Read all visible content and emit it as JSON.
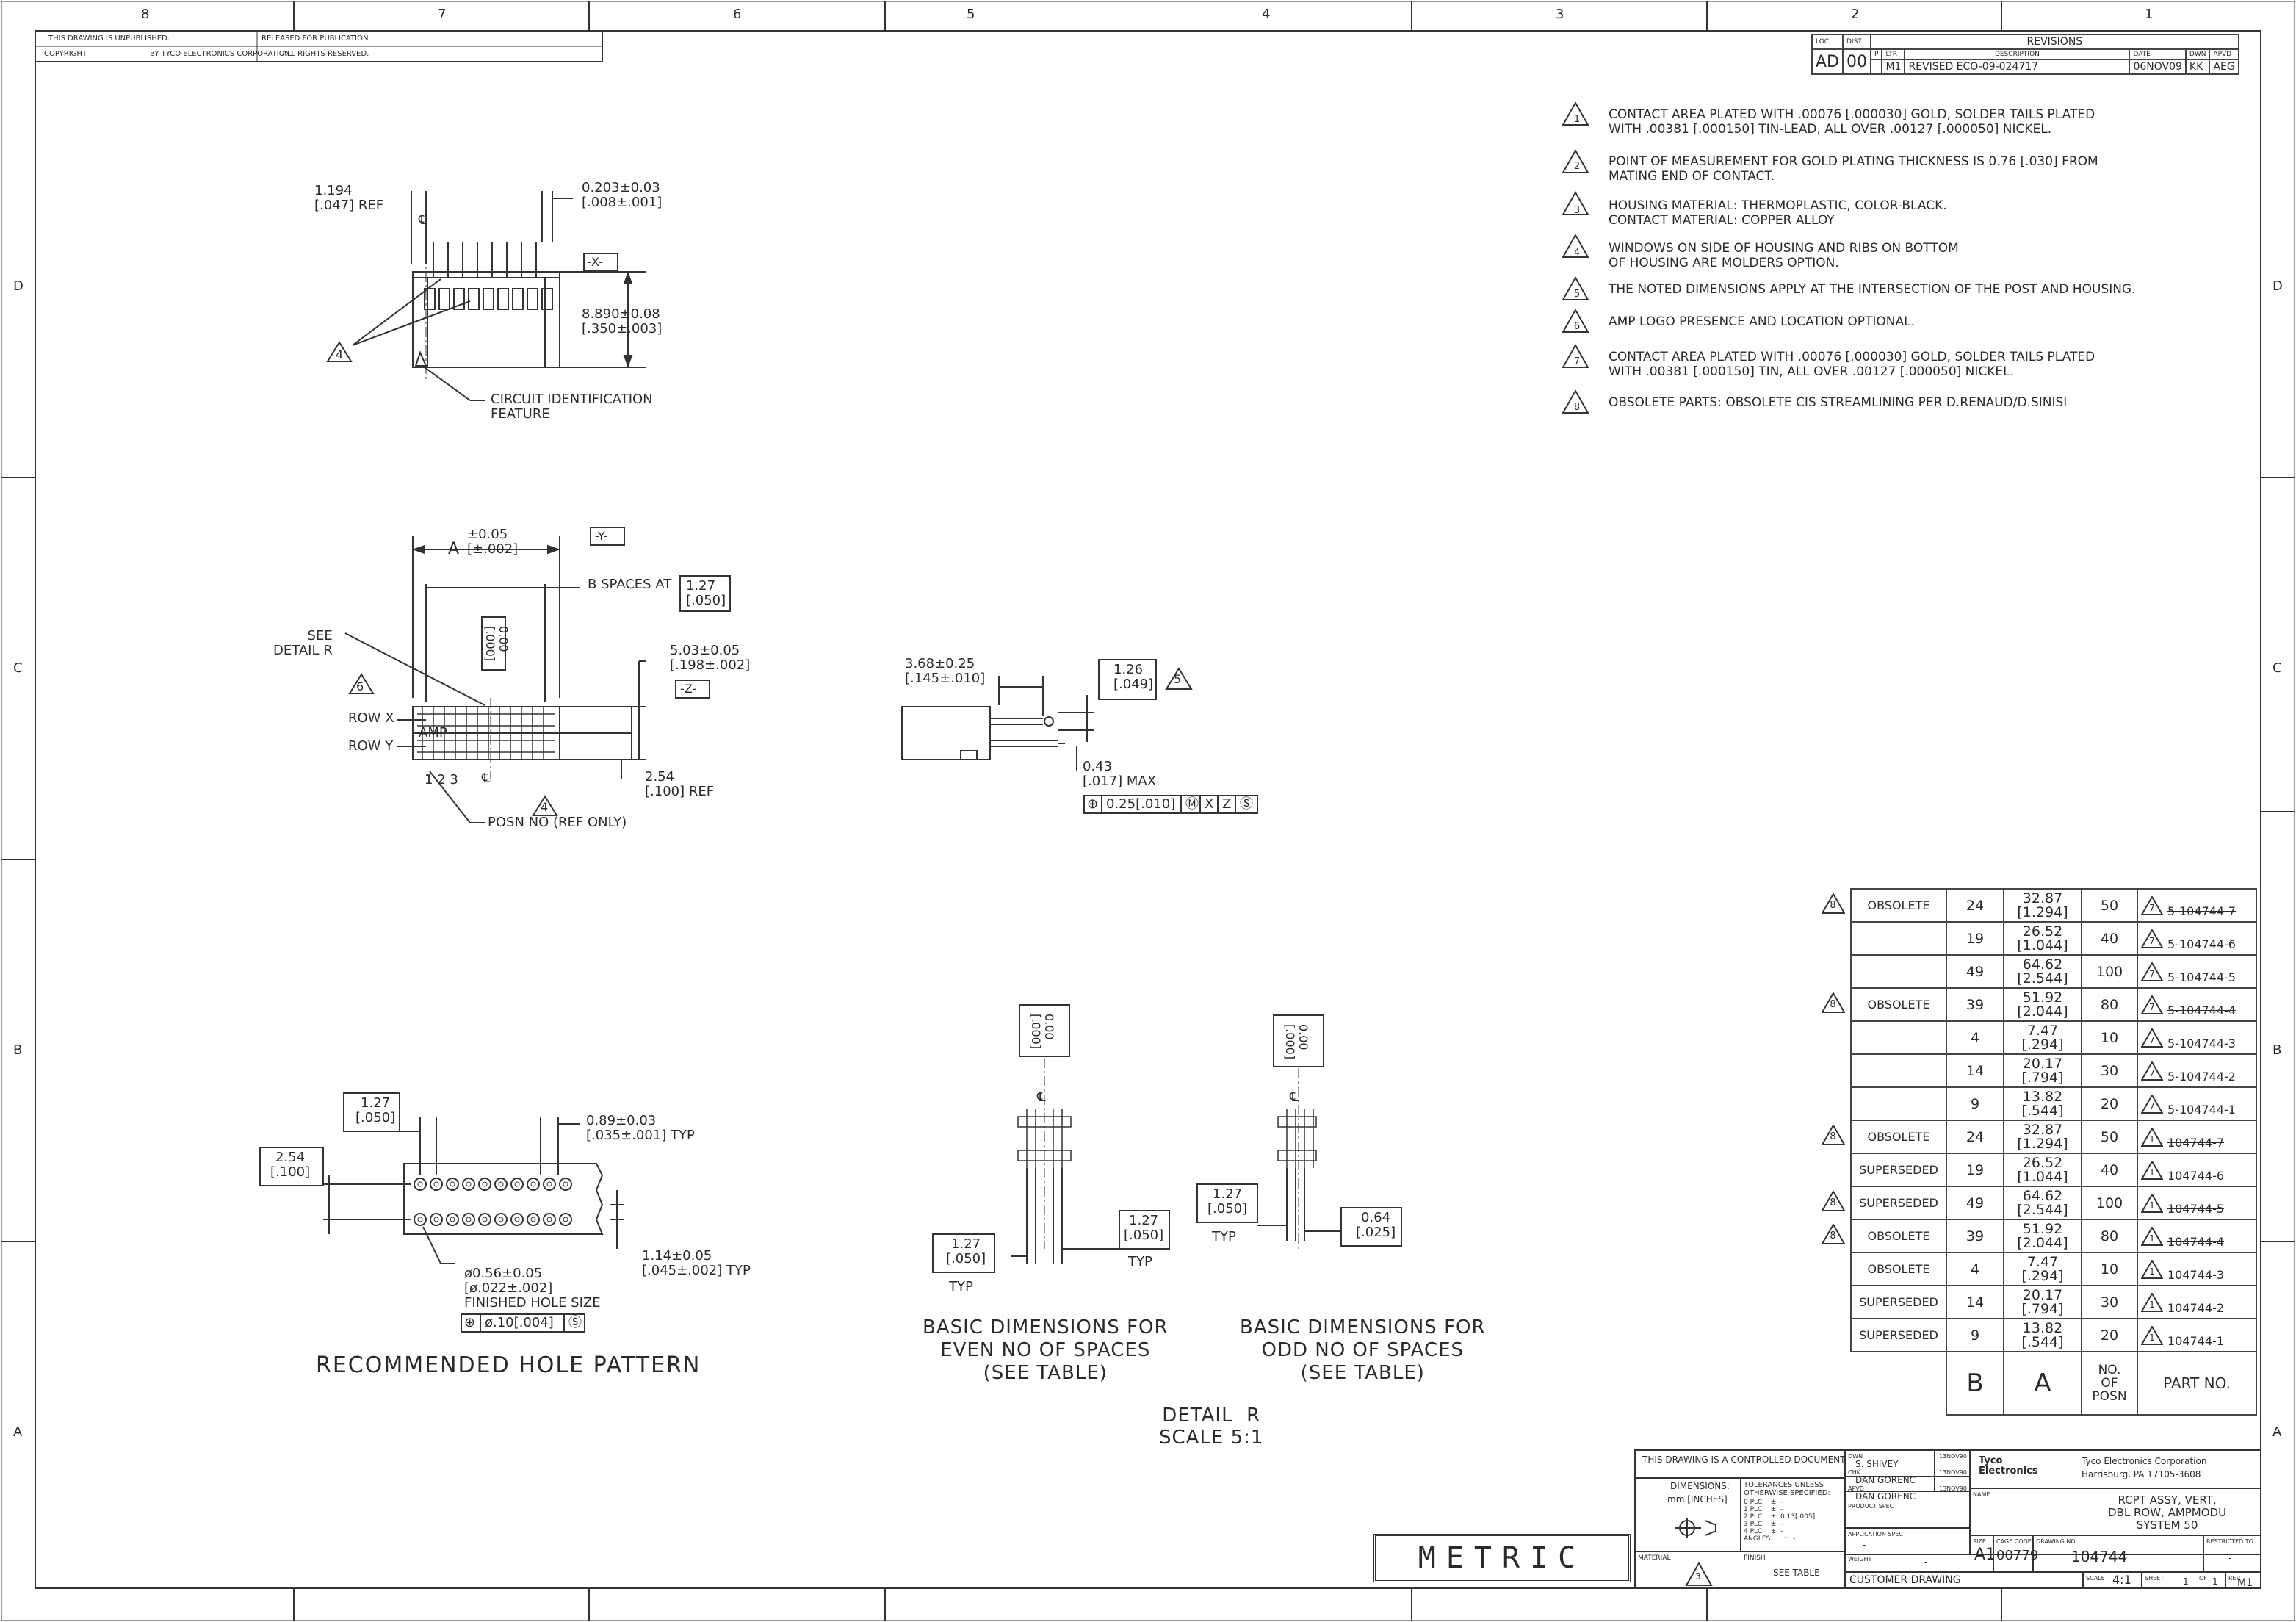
{
  "zone_columns": [
    "8",
    "7",
    "6",
    "5",
    "4",
    "3",
    "2",
    "1"
  ],
  "zone_rows": [
    "D",
    "C",
    "B",
    "A"
  ],
  "header": {
    "unpublished": "THIS DRAWING IS UNPUBLISHED.",
    "released": "RELEASED FOR PUBLICATION",
    "copyright": "COPYRIGHT",
    "by_tyco": "BY TYCO ELECTRONICS CORPORATION.",
    "all_rights": "ALL RIGHTS RESERVED."
  },
  "revisions": {
    "title": "REVISIONS",
    "loc_label": "LOC",
    "dist_label": "DIST",
    "loc": "AD",
    "dist": "00",
    "col_p": "P",
    "col_ltr": "LTR",
    "col_desc": "DESCRIPTION",
    "col_date": "DATE",
    "col_dwn": "DWN",
    "col_apvd": "APVD",
    "ltr": "M1",
    "description": "REVISED ECO-09-024717",
    "date": "06NOV09",
    "dwn": "KK",
    "apvd": "AEG"
  },
  "notes": [
    {
      "num": "1",
      "text": "CONTACT AREA PLATED WITH .00076 [.000030] GOLD, SOLDER TAILS PLATED\nWITH .00381 [.000150] TIN-LEAD, ALL OVER .00127 [.000050] NICKEL."
    },
    {
      "num": "2",
      "text": "POINT OF MEASUREMENT FOR GOLD PLATING THICKNESS IS 0.76 [.030] FROM\nMATING END OF CONTACT."
    },
    {
      "num": "3",
      "text": "HOUSING MATERIAL: THERMOPLASTIC, COLOR-BLACK.\nCONTACT MATERIAL: COPPER ALLOY"
    },
    {
      "num": "4",
      "text": "WINDOWS ON SIDE OF HOUSING AND RIBS ON BOTTOM\nOF HOUSING ARE MOLDERS OPTION."
    },
    {
      "num": "5",
      "text": "THE NOTED DIMENSIONS APPLY AT THE INTERSECTION OF THE POST AND HOUSING."
    },
    {
      "num": "6",
      "text": "AMP LOGO PRESENCE AND LOCATION OPTIONAL."
    },
    {
      "num": "7",
      "text": "CONTACT AREA PLATED WITH .00076 [.000030] GOLD, SOLDER TAILS PLATED\nWITH .00381 [.000150] TIN, ALL OVER .00127 [.000050] NICKEL."
    },
    {
      "num": "8",
      "text": "OBSOLETE PARTS: OBSOLETE CIS STREAMLINING PER D.RENAUD/D.SINISI"
    }
  ],
  "top_view": {
    "ref_dim": "1.194\n[.047] REF",
    "pin_dim": "0.203±0.03\n[.008±.001]",
    "datum_x": "-X-",
    "height_dim": "8.890±0.08\n[.350±.003]",
    "callout": "4",
    "circuit_label": "CIRCUIT IDENTIFICATION\nFEATURE",
    "centerline": "℄"
  },
  "front_view": {
    "tol_a": "±0.05\n[±.002]",
    "dim_a": "A",
    "datum_y": "-Y-",
    "b_spaces": "B SPACES AT",
    "pitch": "1.27\n[.050]",
    "see_detail": "SEE\nDETAIL R",
    "basic": "0.00\n[.000]",
    "height": "5.03±0.05\n[.198±.002]",
    "datum_z": "-Z-",
    "callout_6": "6",
    "amp": "AMP",
    "row_x": "ROW X",
    "row_y": "ROW Y",
    "numbers": "1 2 3",
    "centerline": "℄",
    "row_pitch": "2.54\n[.100] REF",
    "callout_4": "4",
    "posn": "POSN NO (REF ONLY)"
  },
  "side_view": {
    "length": "3.68±0.25\n[.145±.010]",
    "post": "1.26\n[.049]",
    "callout_5": "5",
    "max": "0.43\n[.017] MAX",
    "fcf_sym": "⊕",
    "fcf_tol": "0.25[.010]",
    "fcf_mod": "Ⓜ",
    "fcf_x": "X",
    "fcf_z": "Z",
    "fcf_s": "Ⓢ"
  },
  "hole_pattern": {
    "pitch_x": "1.27\n[.050]",
    "pitch_y": "2.54\n[.100]",
    "hole_dia": "0.89±0.03\n[.035±.001] TYP",
    "offset": "1.14±0.05\n[.045±.002] TYP",
    "finished": "ø0.56±0.05\n[ø.022±.002]\nFINISHED HOLE SIZE",
    "fcf_sym": "⊕",
    "fcf_tol": "ø.10[.004]",
    "fcf_s": "Ⓢ",
    "title": "RECOMMENDED HOLE PATTERN"
  },
  "detail_r": {
    "even_basic": "0.00\n[.000]",
    "even_pitch_a": "1.27\n[.050]",
    "even_typ_a": "TYP",
    "even_pitch_b": "1.27\n[.050]",
    "even_typ_b": "TYP",
    "even_caption": "BASIC DIMENSIONS FOR\nEVEN NO OF SPACES\n(SEE TABLE)",
    "odd_basic": "0.00\n[.000]",
    "odd_pitch": "1.27\n[.050]",
    "odd_typ": "TYP",
    "odd_half": "0.64\n[.025]",
    "odd_caption": "BASIC DIMENSIONS FOR\nODD NO OF SPACES\n(SEE TABLE)",
    "title": "DETAIL  R\nSCALE 5:1",
    "centerline": "℄"
  },
  "part_table": {
    "rows": [
      {
        "flag": "8",
        "status": "OBSOLETE",
        "b": "24",
        "a": "32.87\n[1.294]",
        "posn": "50",
        "note": "7",
        "part": "5-104744-7",
        "struck": true
      },
      {
        "flag": "",
        "status": "",
        "b": "19",
        "a": "26.52\n[1.044]",
        "posn": "40",
        "note": "7",
        "part": "5-104744-6",
        "struck": false
      },
      {
        "flag": "",
        "status": "",
        "b": "49",
        "a": "64.62\n[2.544]",
        "posn": "100",
        "note": "7",
        "part": "5-104744-5",
        "struck": false
      },
      {
        "flag": "8",
        "status": "OBSOLETE",
        "b": "39",
        "a": "51.92\n[2.044]",
        "posn": "80",
        "note": "7",
        "part": "5-104744-4",
        "struck": true
      },
      {
        "flag": "",
        "status": "",
        "b": "4",
        "a": "7.47\n[.294]",
        "posn": "10",
        "note": "7",
        "part": "5-104744-3",
        "struck": false
      },
      {
        "flag": "",
        "status": "",
        "b": "14",
        "a": "20.17\n[.794]",
        "posn": "30",
        "note": "7",
        "part": "5-104744-2",
        "struck": false
      },
      {
        "flag": "",
        "status": "",
        "b": "9",
        "a": "13.82\n[.544]",
        "posn": "20",
        "note": "7",
        "part": "5-104744-1",
        "struck": false
      },
      {
        "flag": "8",
        "status": "OBSOLETE",
        "b": "24",
        "a": "32.87\n[1.294]",
        "posn": "50",
        "note": "1",
        "part": "104744-7",
        "struck": true
      },
      {
        "flag": "",
        "status": "SUPERSEDED",
        "b": "19",
        "a": "26.52\n[1.044]",
        "posn": "40",
        "note": "1",
        "part": "104744-6",
        "struck": false
      },
      {
        "flag": "8",
        "status": "SUPERSEDED",
        "b": "49",
        "a": "64.62\n[2.544]",
        "posn": "100",
        "note": "1",
        "part": "104744-5",
        "struck": true
      },
      {
        "flag": "8",
        "status": "OBSOLETE",
        "b": "39",
        "a": "51.92\n[2.044]",
        "posn": "80",
        "note": "1",
        "part": "104744-4",
        "struck": true
      },
      {
        "flag": "",
        "status": "OBSOLETE",
        "b": "4",
        "a": "7.47\n[.294]",
        "posn": "10",
        "note": "1",
        "part": "104744-3",
        "struck": false
      },
      {
        "flag": "",
        "status": "SUPERSEDED",
        "b": "14",
        "a": "20.17\n[.794]",
        "posn": "30",
        "note": "1",
        "part": "104744-2",
        "struck": false
      },
      {
        "flag": "",
        "status": "SUPERSEDED",
        "b": "9",
        "a": "13.82\n[.544]",
        "posn": "20",
        "note": "1",
        "part": "104744-1",
        "struck": false
      }
    ],
    "footer_b": "B",
    "footer_a": "A",
    "footer_posn": "NO.\nOF\nPOSN",
    "footer_part": "PART NO."
  },
  "title_block": {
    "controlled": "THIS DRAWING IS A CONTROLLED DOCUMENT.",
    "dimensions": "DIMENSIONS:",
    "units": "mm [INCHES]",
    "tolerances": "TOLERANCES UNLESS\nOTHERWISE SPECIFIED:",
    "tol_lines": "0 PLC    ±  -\n1 PLC    ±  -\n2 PLC    ±  0.13[.005]\n3 PLC    ±  -\n4 PLC    ±  -\nANGLES      ±  -",
    "material": "MATERIAL",
    "material_callout": "3",
    "finish": "FINISH",
    "see_table": "SEE TABLE",
    "dwn_label": "DWN",
    "dwn": "S. SHIVEY",
    "dwn_date": "13NOV90",
    "chk_label": "CHK",
    "chk": "DAN GORENC",
    "chk_date": "13NOV90",
    "apvd_label": "APVD",
    "apvd": "DAN GORENC",
    "apvd_date": "13NOV90",
    "product_spec": "PRODUCT SPEC",
    "application_spec": "APPLICATION SPEC",
    "application_value": "-",
    "weight_label": "WEIGHT",
    "weight": "-",
    "customer": "CUSTOMER DRAWING",
    "company_short": "Tyco\nElectronics",
    "company": "Tyco Electronics Corporation",
    "address": "Harrisburg, PA 17105-3608",
    "name_label": "NAME",
    "title": "RCPT ASSY, VERT,\nDBL ROW, AMPMODU\nSYSTEM 50",
    "size_label": "SIZE",
    "size": "A1",
    "cage_label": "CAGE CODE",
    "cage": "00779",
    "dwg_label": "DRAWING NO",
    "dwg": "104744",
    "restricted_label": "RESTRICTED TO",
    "restricted": "-",
    "scale_label": "SCALE",
    "scale": "4:1",
    "sheet_label": "SHEET",
    "sheet": "1",
    "of_label": "OF",
    "of": "1",
    "rev_label": "REV",
    "rev": "M1"
  },
  "metric": "METRIC"
}
